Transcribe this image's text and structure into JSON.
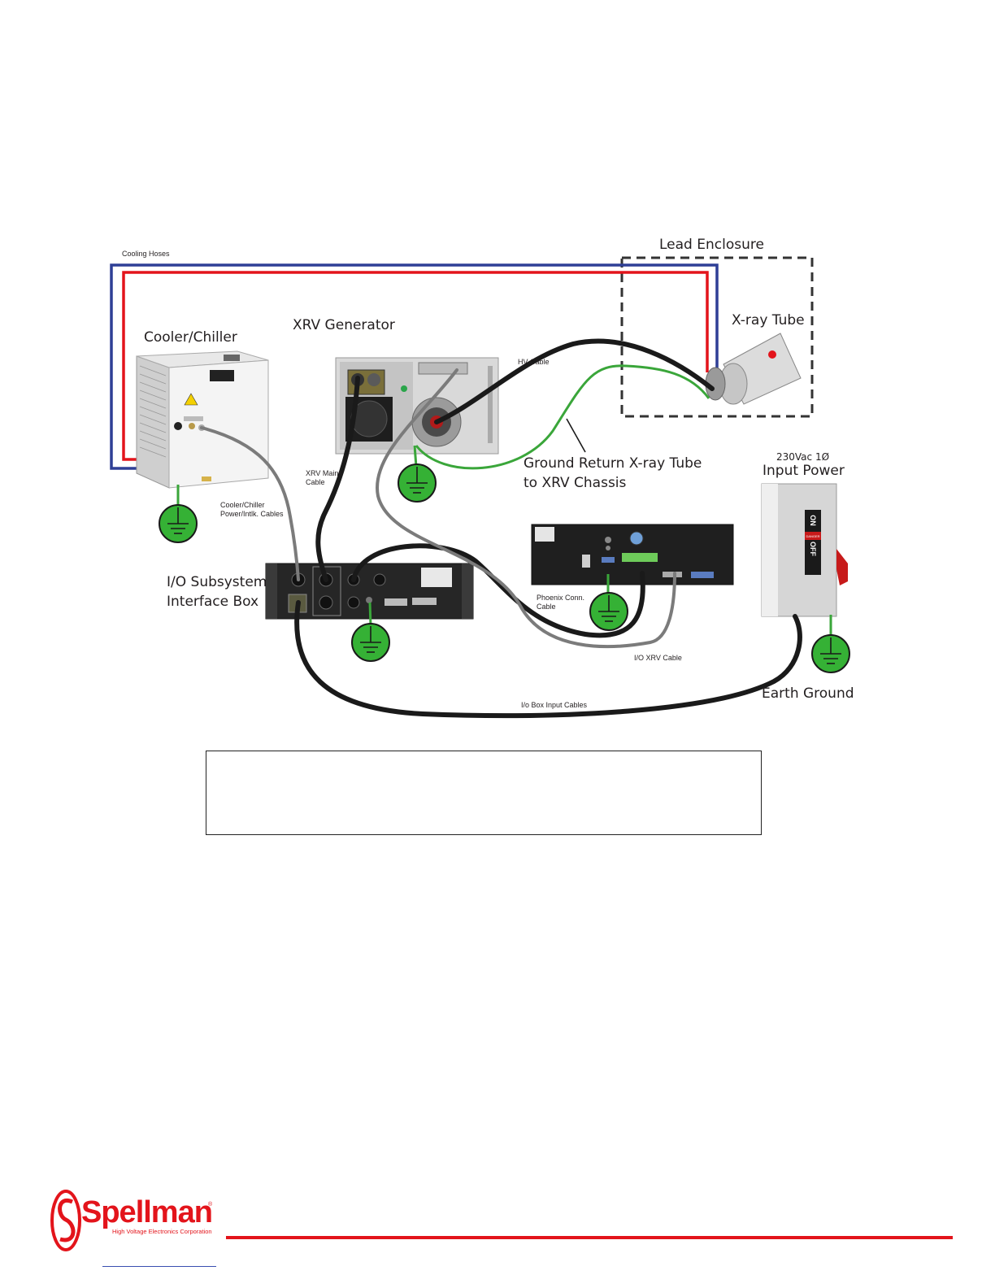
{
  "diagram": {
    "labels": {
      "cooling_hoses": "Cooling Hoses",
      "lead_enclosure": "Lead Enclosure",
      "xray_tube": "X-ray Tube",
      "cooler_chiller": "Cooler/Chiller",
      "xrv_generator": "XRV Generator",
      "hv_cable": "HV Cable",
      "xrv_mains_cable_1": "XRV Mains",
      "xrv_mains_cable_2": "Cable",
      "ground_return_1": "Ground Return X-ray Tube",
      "ground_return_2": "to XRV Chassis",
      "input_power_1": "230Vac  1Ø",
      "input_power_2": "Input Power",
      "cooler_power_1": "Cooler/Chiller",
      "cooler_power_2": "Power/Intlk. Cables",
      "io_subsystem_1": "I/O Subsystem",
      "io_subsystem_2": "Interface Box",
      "phoenix_1": "Phoenix  Conn.",
      "phoenix_2": "Cable",
      "io_xrv_cable": "I/O XRV Cable",
      "earth_ground": "Earth Ground",
      "io_box_input": "I/o Box Input Cables"
    },
    "switch": {
      "on": "ON",
      "off": "OFF",
      "danger": "DANGER"
    },
    "colors": {
      "hot_hose": "#e3141b",
      "cold_hose": "#2e3f96",
      "ground_wire": "#3aa63a",
      "ground_symbol": "#35b135",
      "black_cable": "#1a1a1a",
      "gray_cable": "#7b7b7b"
    }
  },
  "note_box": {
    "text": ""
  },
  "footer": {
    "logo_text": "Spellman",
    "logo_subtitle": "High Voltage Electronics Corporation",
    "logo_reg": "®"
  }
}
